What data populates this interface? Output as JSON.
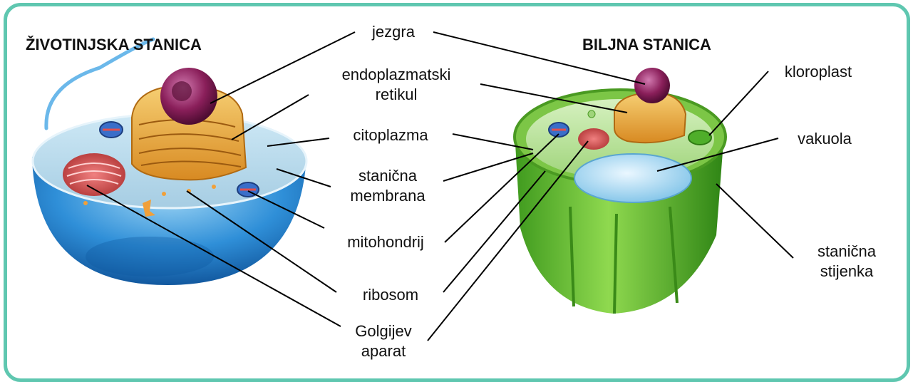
{
  "headings": {
    "animal_cell": "ŽIVOTINJSKA STANICA",
    "plant_cell": "BILJNA STANICA"
  },
  "labels": {
    "nucleus": "jezgra",
    "er_line1": "endoplazmatski",
    "er_line2": "retikul",
    "cytoplasm": "citoplazma",
    "membrane_line1": "stanična",
    "membrane_line2": "membrana",
    "mitochondrion": "mitohondrij",
    "ribosome": "ribosom",
    "golgi_line1": "Golgijev",
    "golgi_line2": "aparat",
    "chloroplast": "kloroplast",
    "vacuole": "vakuola",
    "wall_line1": "stanična",
    "wall_line2": "stijenka"
  },
  "colors": {
    "frame_border": "#5fc7b0",
    "animal_cell": "#3a9fe0",
    "plant_cell": "#6cc43a",
    "nucleus": "#8a1f5a",
    "golgi": "#c84a4a",
    "er": "#e8a23a"
  }
}
